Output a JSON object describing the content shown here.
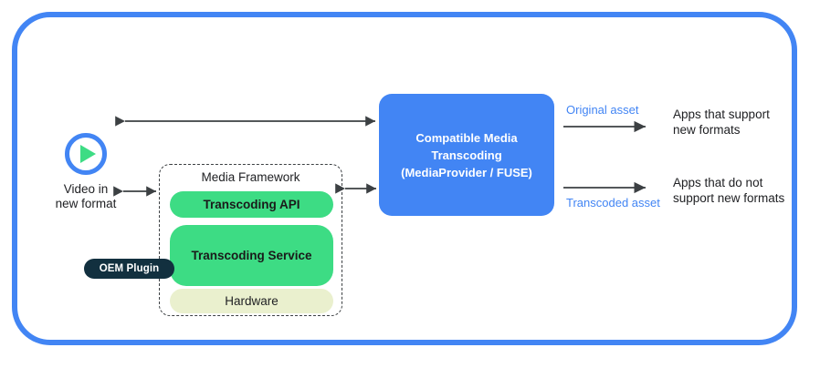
{
  "frame": {
    "accent_color": "#4285f4"
  },
  "source": {
    "icon": "play-circle-icon",
    "caption": "Video in\nnew format",
    "ring_color": "#4285f4",
    "triangle_color": "#3ddc84"
  },
  "media_framework": {
    "title": "Media Framework",
    "boxes": [
      {
        "label": "Transcoding API",
        "color": "#3ddc84"
      },
      {
        "label": "Transcoding Service",
        "color": "#3ddc84"
      },
      {
        "label": "Hardware",
        "color": "#eaf0ce"
      }
    ],
    "badge": {
      "label": "OEM Plugin",
      "color": "#12303f"
    }
  },
  "transcoding": {
    "title": "Compatible Media\nTranscoding\n(MediaProvider / FUSE)",
    "color": "#4285f4"
  },
  "outputs": [
    {
      "asset_label": "Original asset",
      "apps_label": "Apps that support\nnew formats"
    },
    {
      "asset_label": "Transcoded asset",
      "apps_label": "Apps that do not\nsupport new formats"
    }
  ],
  "connectors": [
    {
      "name": "video-to-transcoding-top",
      "style": "double-headed"
    },
    {
      "name": "video-to-media-framework",
      "style": "double-headed"
    },
    {
      "name": "media-framework-to-transcoding",
      "style": "double-headed"
    },
    {
      "name": "transcoding-to-apps-support",
      "style": "single-headed"
    },
    {
      "name": "transcoding-to-apps-no-support",
      "style": "single-headed"
    }
  ]
}
